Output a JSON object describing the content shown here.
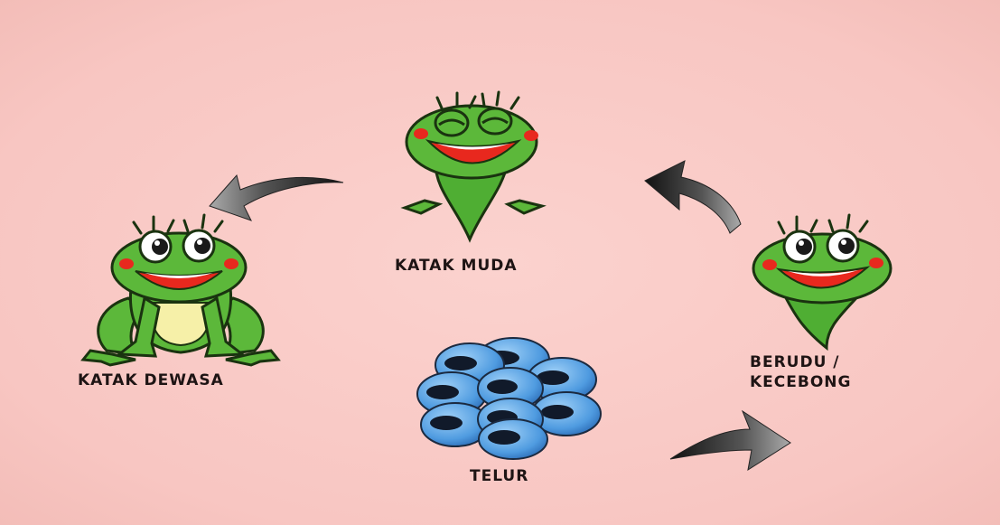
{
  "stages": {
    "egg": {
      "label": "TELUR"
    },
    "tadpole": {
      "label_line1": "BERUDU /",
      "label_line2": "KECEBONG"
    },
    "young_frog": {
      "label": "KATAK MUDA"
    },
    "adult_frog": {
      "label": "KATAK DEWASA"
    }
  },
  "colors": {
    "background": "#f9c9c5",
    "frog_green": "#5cb83a",
    "frog_outline": "#1a3310",
    "mouth_red": "#e8281e",
    "egg_blue": "#5aa3e0",
    "arrow_dark": "#2a2a2a"
  }
}
